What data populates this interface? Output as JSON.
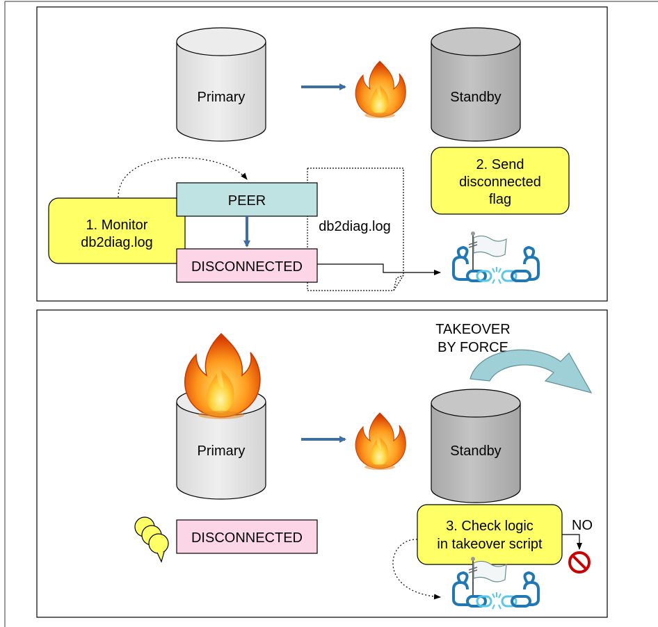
{
  "top_panel": {
    "primary_label": "Primary",
    "standby_label": "Standby",
    "peer_label": "PEER",
    "disconnected_label": "DISCONNECTED",
    "log_file_label": "db2diag.log",
    "monitor_lines": [
      "1. Monitor",
      "db2diag.log"
    ],
    "send_lines": [
      "2. Send",
      "disconnected",
      "flag"
    ]
  },
  "bottom_panel": {
    "primary_label": "Primary",
    "standby_label": "Standby",
    "takeover_lines": [
      "TAKEOVER",
      "BY FORCE"
    ],
    "disconnected_label": "DISCONNECTED",
    "check_lines": [
      "3. Check logic",
      "in takeover script"
    ],
    "no_label": "NO"
  },
  "colors": {
    "primary_cylinder": "#e6e6e6",
    "standby_cylinder": "#b8b8b8",
    "arrow_blue": "#3d6fa5",
    "peer_box": "#bfe3e3",
    "disconnected_box": "#fcd6e6",
    "note_yellow": "#ffff66",
    "takeover_arrow": "#9fd0d8",
    "chain_blue": "#1f78b4",
    "chain_light": "#58c7e8",
    "prohibit_red": "#cc0000"
  },
  "icons": [
    "fire-icon",
    "broken-chain-icon",
    "white-flag-icon",
    "prohibited-icon",
    "speech-bubbles-icon"
  ]
}
